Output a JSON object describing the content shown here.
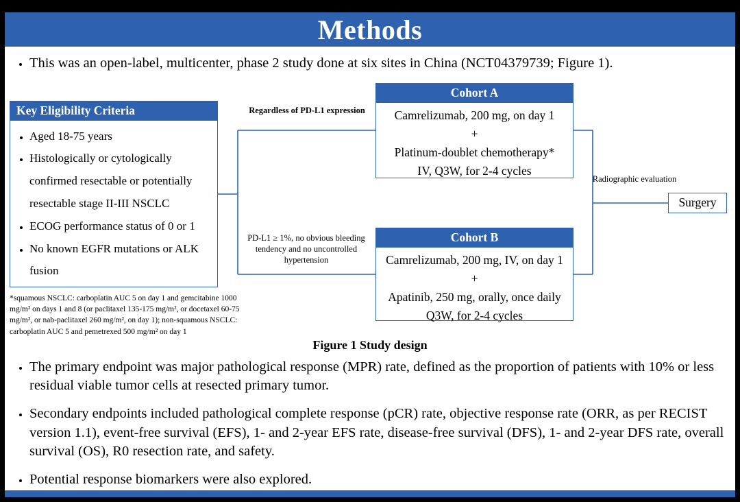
{
  "title": "Methods",
  "colors": {
    "accent": "#2F62AE"
  },
  "bullets": {
    "intro": "This was an open-label, multicenter, phase 2 study done at six sites in China (NCT04379739; Figure 1).",
    "primary": "The primary endpoint was major pathological response (MPR) rate, defined as the proportion of patients with 10% or less residual viable tumor cells at resected primary tumor.",
    "secondary": "Secondary endpoints included pathological complete response (pCR) rate, objective response rate (ORR, as per RECIST version 1.1), event-free survival (EFS), 1- and 2-year EFS rate, disease-free survival (DFS), 1- and 2-year DFS rate, overall survival (OS), R0 resection rate, and safety.",
    "biomarkers": "Potential response biomarkers were also explored."
  },
  "figure": {
    "caption": "Figure 1 Study design",
    "eligibility": {
      "header": "Key Eligibility Criteria",
      "items": [
        "Aged 18-75 years",
        "Histologically or cytologically confirmed resectable or potentially resectable stage II-III NSCLC",
        "ECOG performance status of 0 or 1",
        "No known EGFR mutations or ALK fusion"
      ]
    },
    "footnote": "*squamous NSCLC: carboplatin AUC 5 on day 1 and gemcitabine 1000 mg/m² on days 1 and 8 (or paclitaxel 135-175 mg/m², or docetaxel 60-75 mg/m², or nab-paclitaxel 260 mg/m², on day 1); non-squamous NSCLC: carboplatin AUC 5 and pemetrexed 500 mg/m² on day 1",
    "branch_top_label": "Regardless of PD-L1 expression",
    "branch_bottom_label": "PD-L1 ≥ 1%, no obvious bleeding tendency and no uncontrolled hypertension",
    "cohort_a": {
      "header": "Cohort A",
      "lines": [
        "Camrelizumab, 200 mg, on day 1",
        "+",
        "Platinum-doublet chemotherapy*",
        "IV, Q3W, for 2-4 cycles"
      ]
    },
    "cohort_b": {
      "header": "Cohort B",
      "lines": [
        "Camrelizumab, 200 mg, IV, on day 1",
        "+",
        "Apatinib, 250 mg, orally, once daily",
        "Q3W, for 2-4 cycles"
      ]
    },
    "radiographic_label": "Radiographic evaluation",
    "surgery_label": "Surgery"
  }
}
